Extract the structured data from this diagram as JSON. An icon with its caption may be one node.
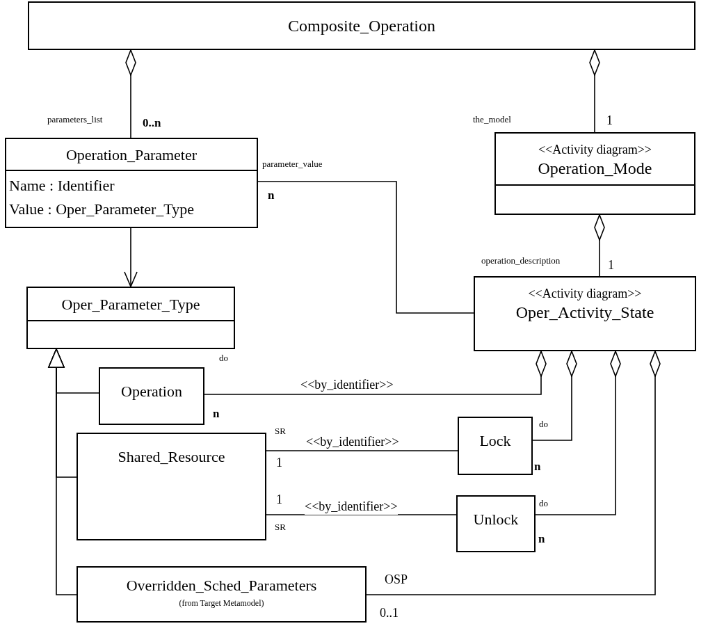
{
  "diagram": {
    "nodes": [
      {
        "text": [
          "Composite_Operation"
        ]
      },
      {
        "text": [
          "Operation_Parameter",
          "Name : Identifier",
          "Value : Oper_Parameter_Type"
        ]
      },
      {
        "text": [
          "<<Activity diagram>>",
          "Operation_Mode"
        ]
      },
      {
        "text": [
          "Oper_Parameter_Type"
        ]
      },
      {
        "text": [
          "<<Activity diagram>>",
          "Oper_Activity_State"
        ]
      },
      {
        "text": [
          "Operation"
        ]
      },
      {
        "text": [
          "Shared_Resource"
        ]
      },
      {
        "text": [
          "Lock"
        ]
      },
      {
        "text": [
          "Unlock"
        ]
      },
      {
        "text": [
          "Overridden_Sched_Parameters",
          "(from Target Metamodel)"
        ]
      }
    ],
    "edges": [
      {
        "from": 1,
        "to": 0,
        "arrow": "other"
      },
      {
        "from": 2,
        "to": 0,
        "arrow": "other"
      },
      {
        "from": 1,
        "to": 4,
        "arrow": "none"
      },
      {
        "from": 1,
        "to": 3,
        "arrow": "to"
      },
      {
        "from": 4,
        "to": 2,
        "arrow": "other"
      },
      {
        "from": 5,
        "to": 3,
        "arrow": "to"
      },
      {
        "from": 6,
        "to": 3,
        "arrow": "to"
      },
      {
        "from": 9,
        "to": 3,
        "arrow": "to"
      },
      {
        "from": 5,
        "to": 4,
        "arrow": "other",
        "label": "<<by_identifier>>"
      },
      {
        "from": 7,
        "to": 4,
        "arrow": "other"
      },
      {
        "from": 8,
        "to": 4,
        "arrow": "other"
      },
      {
        "from": 9,
        "to": 4,
        "arrow": "other"
      },
      {
        "from": 6,
        "to": 7,
        "arrow": "none",
        "label": "<<by_identifier>>"
      },
      {
        "from": 6,
        "to": 8,
        "arrow": "none",
        "label": "<<by_identifier>>"
      }
    ],
    "labels": [
      "parameters_list",
      "0..n",
      "the_model",
      "1",
      "parameter_value",
      "n",
      "operation_description",
      "1",
      "do",
      "n",
      "SR",
      "1",
      "do",
      "n",
      "1",
      "SR",
      "do",
      "n",
      "OSP",
      "0..1"
    ]
  }
}
